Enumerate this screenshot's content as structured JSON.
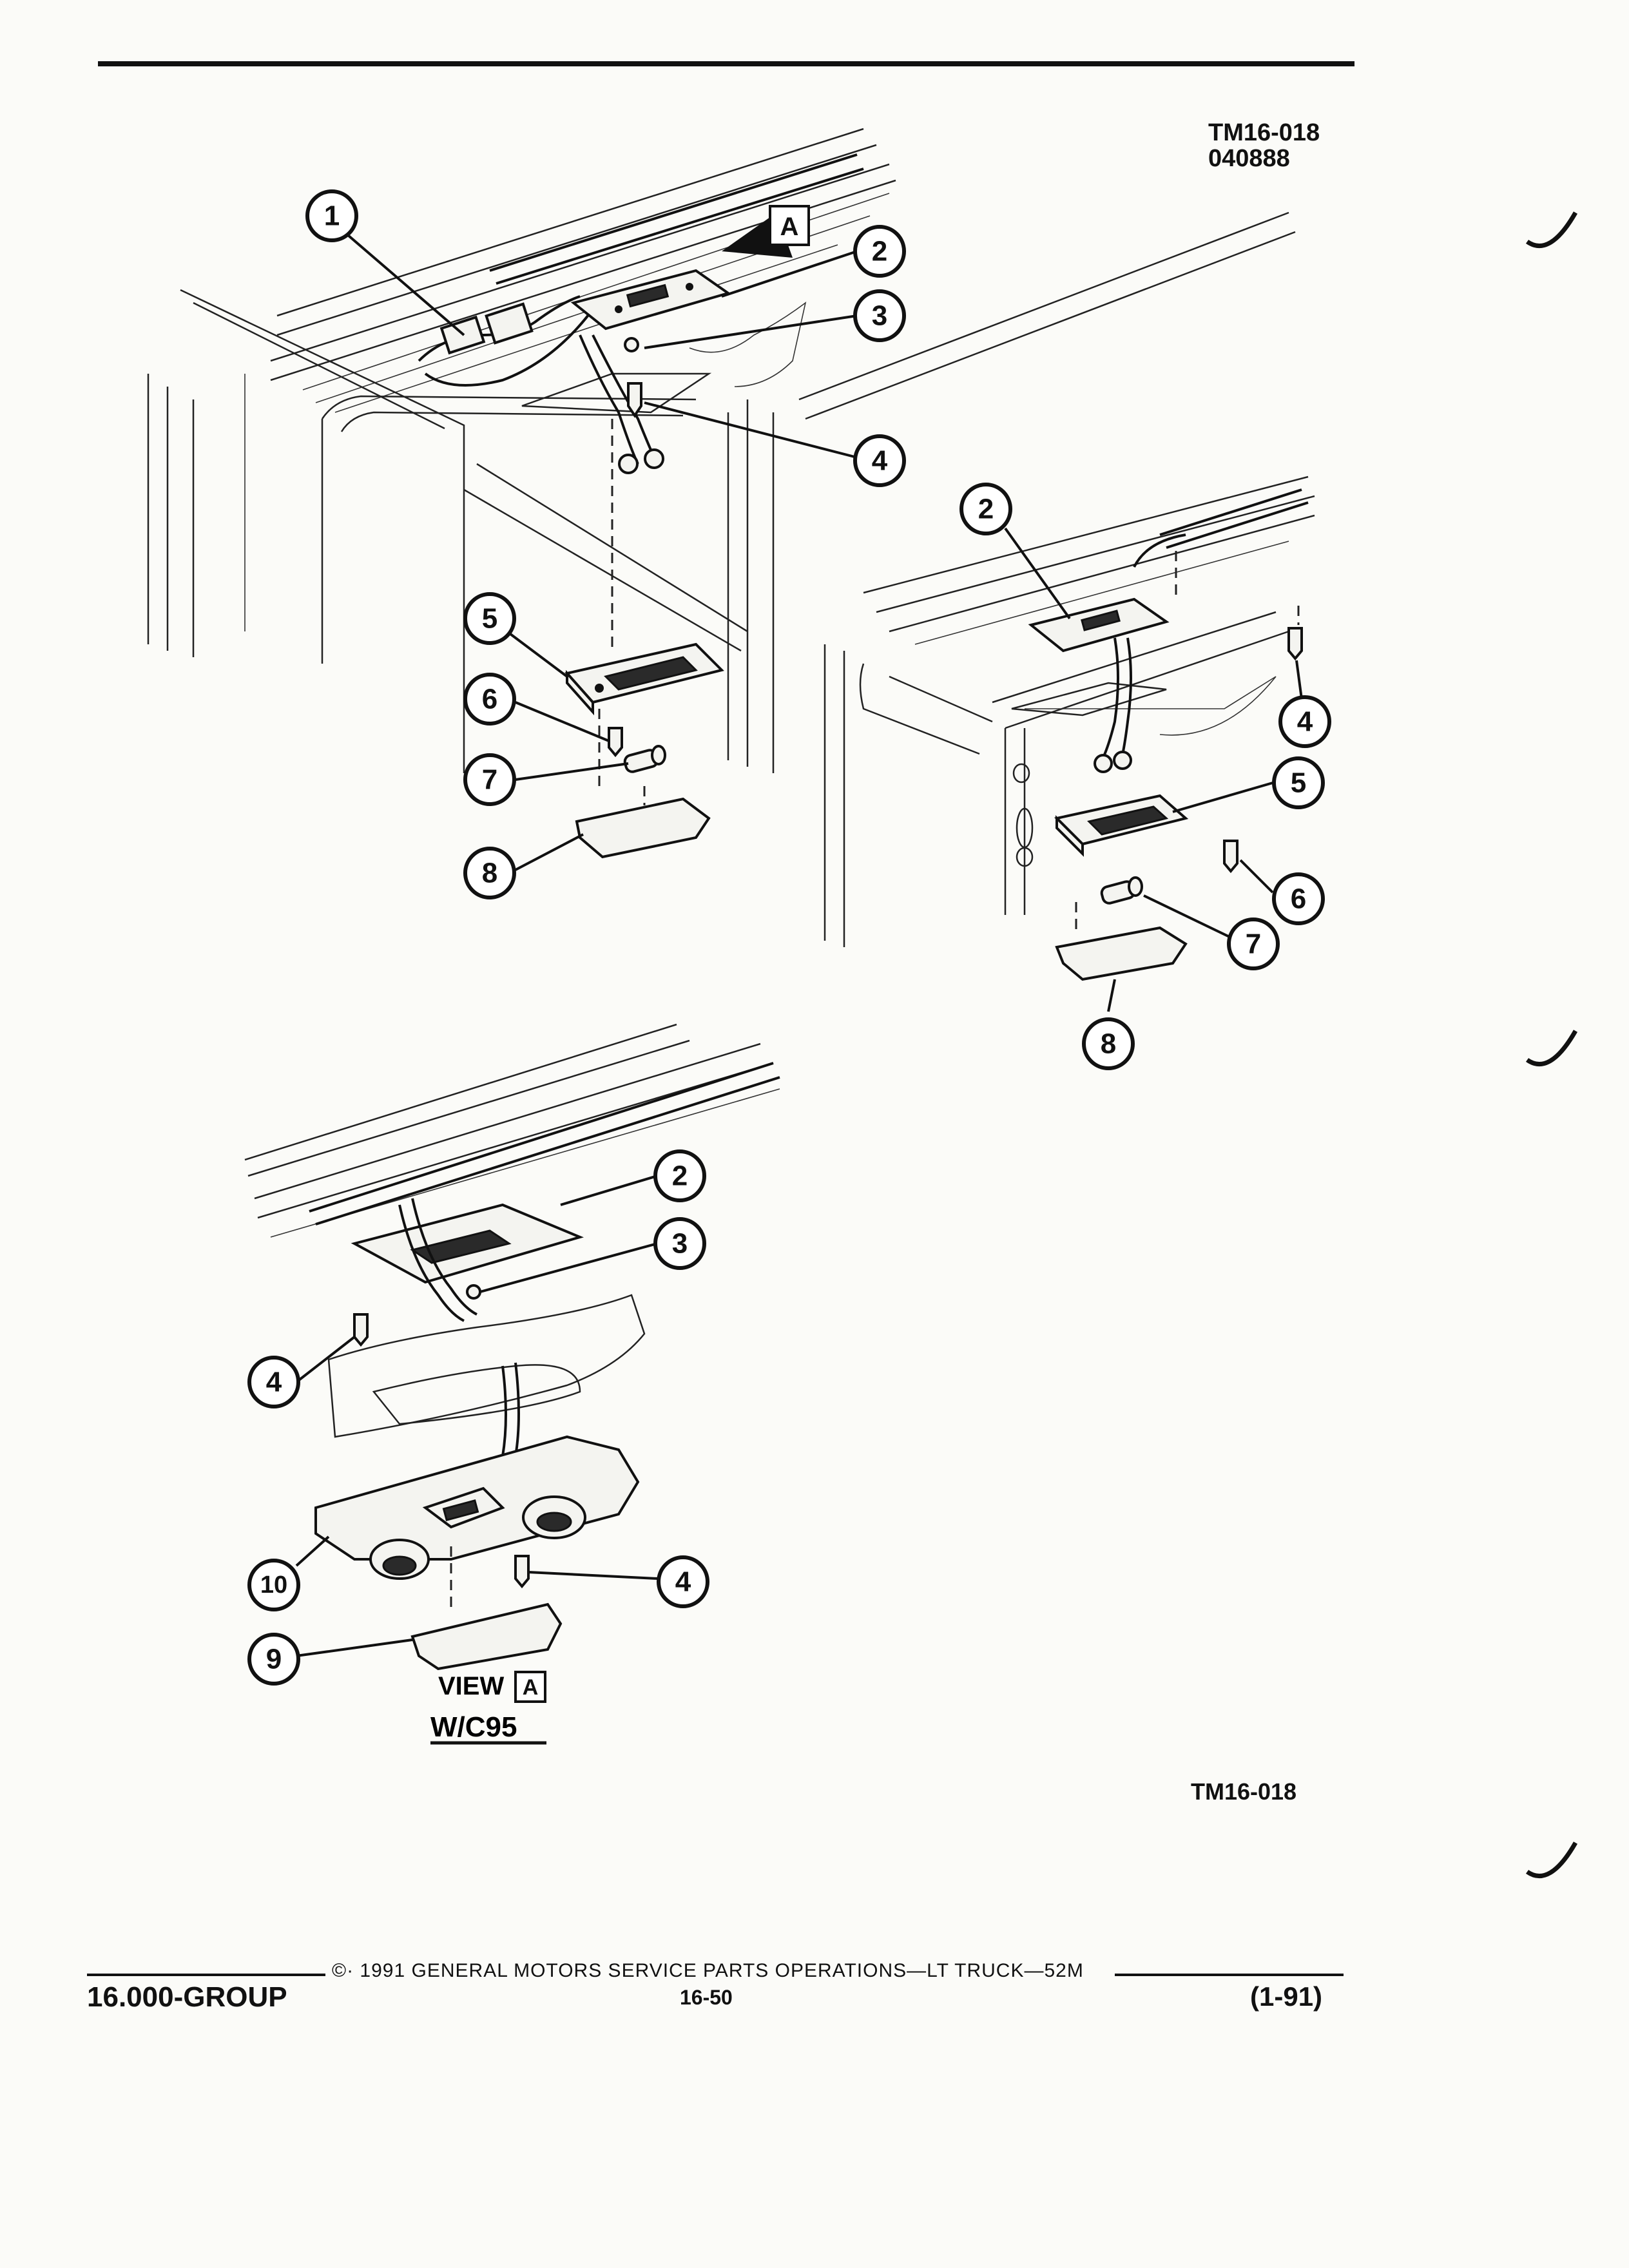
{
  "figure": {
    "id_top": "TM16-018",
    "id_date": "040888",
    "id_bottom": "TM16-018",
    "view_label": "VIEW",
    "view_letter": "A",
    "option_label": "W/C95",
    "arrow_letter": "A"
  },
  "callouts": {
    "c1": "1",
    "c2": "2",
    "c3": "3",
    "c4": "4",
    "c5": "5",
    "c6": "6",
    "c7": "7",
    "c8": "8",
    "c9": "9",
    "c10": "10"
  },
  "footer": {
    "group": "16.000-GROUP",
    "copyright": "©· 1991  GENERAL MOTORS SERVICE PARTS OPERATIONS—LT TRUCK—52M",
    "page": "16-50",
    "date": "(1-91)"
  }
}
